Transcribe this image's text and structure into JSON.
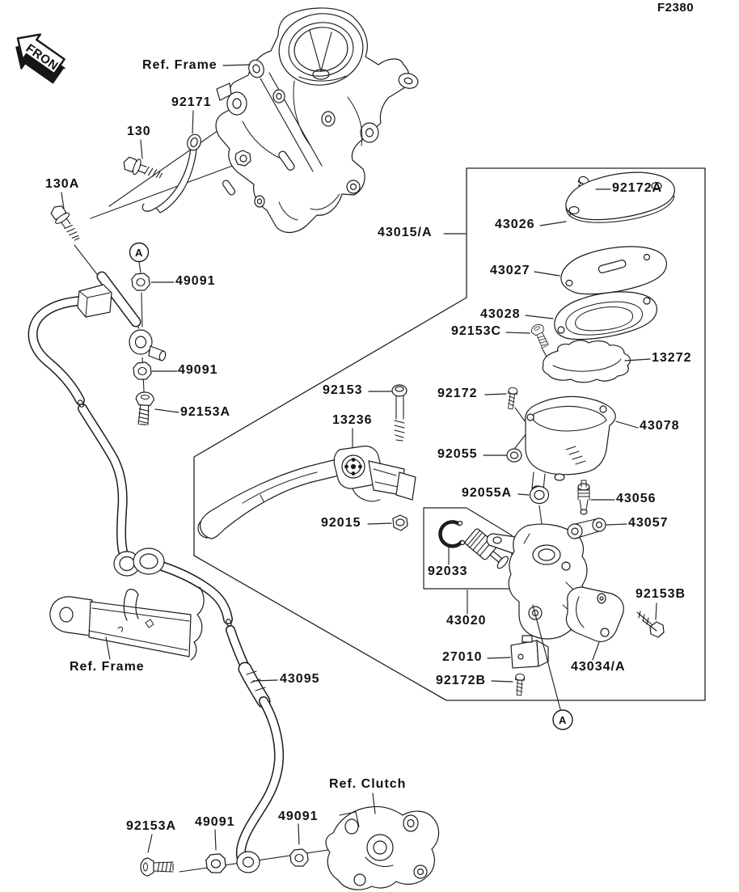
{
  "figure": {
    "code": "F2380",
    "front_marker": "FRONT",
    "assembly_label": "43015/A"
  },
  "markers": {
    "detail_top": "A",
    "detail_bottom": "A"
  },
  "labels": {
    "ref_frame_top": "Ref. Frame",
    "p92171": "92171",
    "p130": "130",
    "p130A": "130A",
    "p49091_1": "49091",
    "p49091_2": "49091",
    "p92153A_1": "92153A",
    "p92172A": "92172A",
    "p43026": "43026",
    "p43027": "43027",
    "p43028": "43028",
    "p92153C": "92153C",
    "p13272": "13272",
    "p92153": "92153",
    "p92172": "92172",
    "p13236": "13236",
    "p43078": "43078",
    "p92055": "92055",
    "p92055A": "92055A",
    "p92015": "92015",
    "p43056": "43056",
    "p43057": "43057",
    "p92033": "92033",
    "p43020": "43020",
    "p27010": "27010",
    "p92172B": "92172B",
    "p43034A": "43034/A",
    "p92153B": "92153B",
    "p43095": "43095",
    "ref_frame_bottom": "Ref. Frame",
    "ref_clutch": "Ref. Clutch",
    "p92153A_2": "92153A",
    "p49091_3": "49091",
    "p49091_4": "49091"
  }
}
